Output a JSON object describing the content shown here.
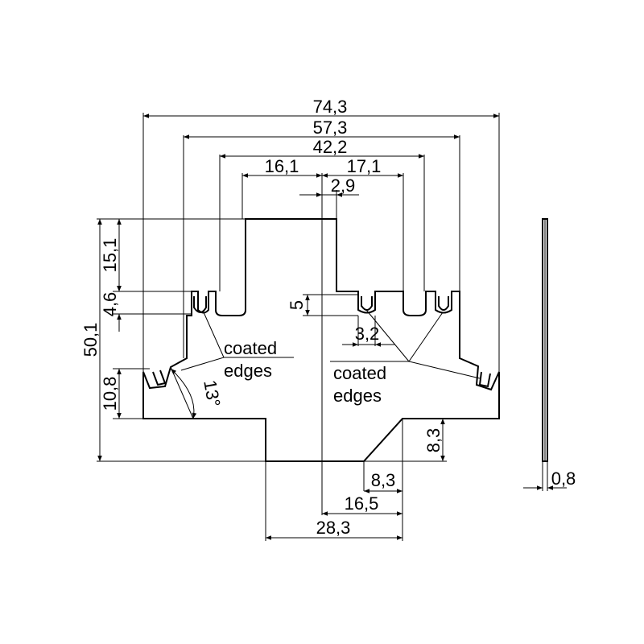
{
  "dimensions": {
    "overall_width": "74,3",
    "inner_width": "57,3",
    "center_width": "42,2",
    "left_to_center": "16,1",
    "center_to_right": "17,1",
    "offset": "2,9",
    "top_height": "15,1",
    "slot_height": "4,6",
    "total_height": "50,1",
    "side_height": "10,8",
    "angle": "13°",
    "slot_depth": "5",
    "slot_width": "3,2",
    "chamfer_height": "8,3",
    "chamfer_width": "8,3",
    "bottom_center": "16,5",
    "bottom_width": "28,3",
    "thickness": "0,8"
  },
  "notes": {
    "left_line1": "coated",
    "left_line2": "edges",
    "right_line1": "coated",
    "right_line2": "edges"
  }
}
